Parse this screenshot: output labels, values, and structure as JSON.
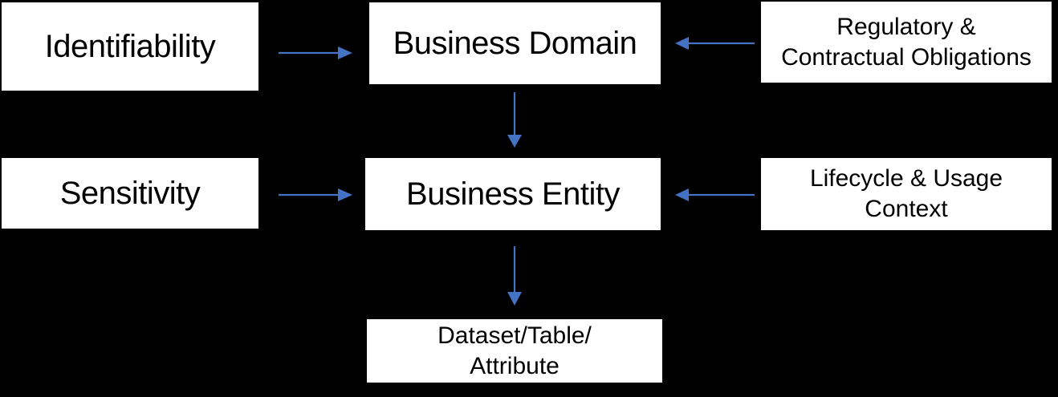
{
  "canvas": {
    "background": "#000000"
  },
  "colors": {
    "box_fill": "#ffffff",
    "box_text": "#000000",
    "arrow": "#4472C4"
  },
  "nodes": {
    "identifiability": {
      "label": "Identifiability"
    },
    "business_domain": {
      "label": "Business Domain"
    },
    "regulatory": {
      "label": "Regulatory & Contractual Obligations",
      "line1": "Regulatory &",
      "line2": "Contractual Obligations"
    },
    "sensitivity": {
      "label": "Sensitivity"
    },
    "business_entity": {
      "label": "Business Entity"
    },
    "lifecycle": {
      "label": "Lifecycle & Usage Context",
      "line1": "Lifecycle & Usage",
      "line2": "Context"
    },
    "dataset": {
      "label": "Dataset/Table/Attribute",
      "line1": "Dataset/Table/",
      "line2": "Attribute"
    }
  },
  "edges": [
    {
      "from": "identifiability",
      "to": "business_domain",
      "direction": "right"
    },
    {
      "from": "regulatory",
      "to": "business_domain",
      "direction": "left"
    },
    {
      "from": "business_domain",
      "to": "business_entity",
      "direction": "down"
    },
    {
      "from": "sensitivity",
      "to": "business_entity",
      "direction": "right"
    },
    {
      "from": "lifecycle",
      "to": "business_entity",
      "direction": "left"
    },
    {
      "from": "business_entity",
      "to": "dataset",
      "direction": "down"
    }
  ]
}
